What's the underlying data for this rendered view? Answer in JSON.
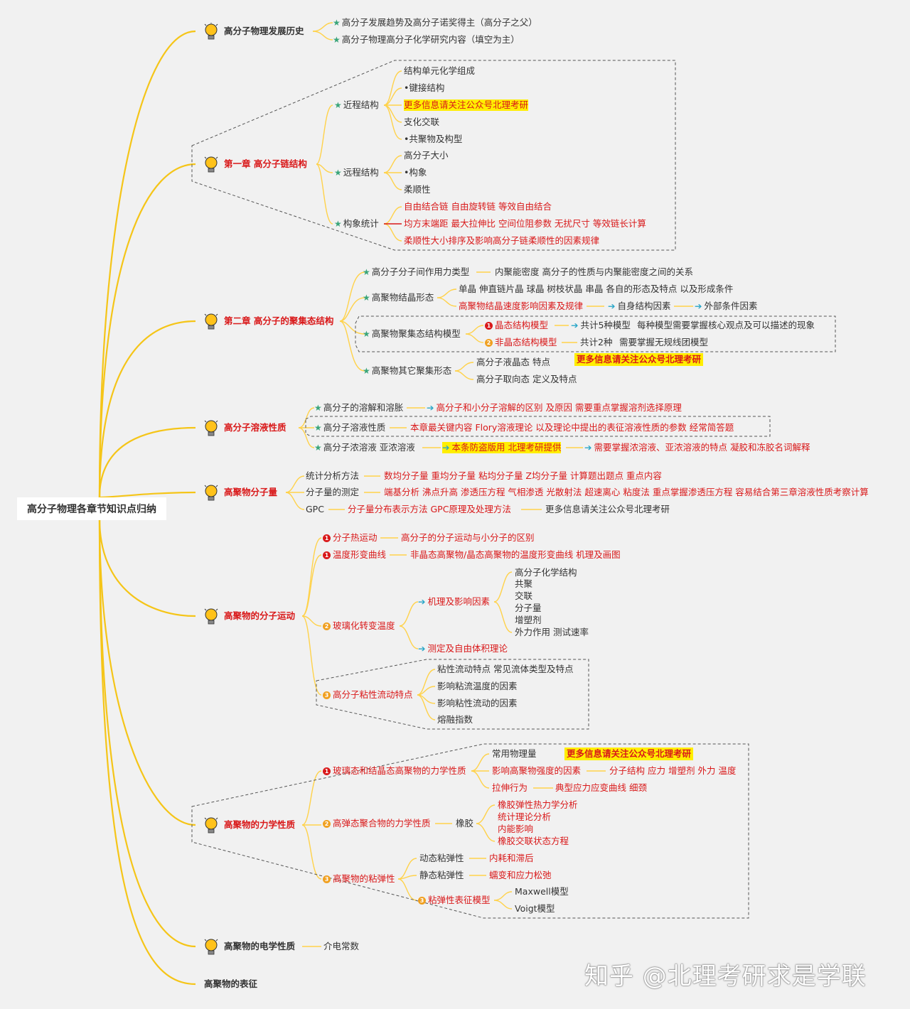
{
  "root": "高分子物理各章节知识点归纳",
  "branches": {
    "b1": {
      "title": "高分子物理发展历史",
      "items": [
        "高分子发展趋势及高分子诺奖得主（高分子之父）",
        "高分子物理高分子化学研究内容（填空为主）"
      ]
    },
    "b2": {
      "title": "第一章 高分子链结构",
      "near": "近程结构",
      "near_items": [
        "结构单元化学组成",
        "•键接结构",
        "更多信息请关注公众号北理考研",
        "支化交联",
        "•共聚物及构型"
      ],
      "far": "远程结构",
      "far_items": [
        "高分子大小",
        "•构象",
        "柔顺性"
      ],
      "stat": "构象统计",
      "stat_items": [
        "自由结合链 自由旋转链 等效自由结合",
        "均方末端距 最大拉伸比  空间位阻参数  无扰尺寸 等效链长计算",
        "柔顺性大小排序及影响高分子链柔顺性的因素规律"
      ]
    },
    "b3": {
      "title": "第二章 高分子的聚集态结构",
      "force": "高分子分子间作用力类型",
      "force_detail": "内聚能密度 高分子的性质与内聚能密度之间的关系",
      "cryst": "高聚物结晶形态",
      "cryst_a": "单晶 伸直链片晶 球晶 树枝状晶 串晶 各自的形态及特点 以及形成条件",
      "cryst_b": "高聚物结晶速度影响因素及规律",
      "cryst_c": "自身结构因素",
      "cryst_d": "外部条件因素",
      "agg": "高聚物聚集态结构模型",
      "agg_1": "晶态结构模型",
      "agg_1_d1": "共计5种模型",
      "agg_1_d2": "每种模型需要掌握核心观点及可以描述的现象",
      "agg_2": "非晶态结构模型",
      "agg_2_d1": "共计2种",
      "agg_2_d2": "需要掌握无规线团模型",
      "promo": "更多信息请关注公众号北理考研",
      "other": "高聚物其它聚集形态",
      "other_a": "高分子液晶态 特点",
      "other_b": "高分子取向态 定义及特点"
    },
    "b4": {
      "title": "高分子溶液性质",
      "s1": "高分子的溶解和溶胀",
      "s1_d": "高分子和小分子溶解的区别 及原因  需要重点掌握溶剂选择原理",
      "s2": "高分子溶液性质",
      "s2_d": "本章最关键内容  Flory溶液理论  以及理论中提出的表征溶液性质的参数  经常简答题",
      "s3": "高分子浓溶液  亚浓溶液",
      "s3_d1": "本条防盗版用 北理考研提供",
      "s3_d2": "需要掌握浓溶液、亚浓溶液的特点  凝胶和冻胶名词解释"
    },
    "b5": {
      "title": "高聚物分子量",
      "m1": "统计分析方法",
      "m1_d": "数均分子量  重均分子量 粘均分子量 Z均分子量 计算题出题点 重点内容",
      "m2": "分子量的测定",
      "m2_d": "端基分析 沸点升高 渗透压方程 气相渗透 光散射法 超速离心 粘度法 重点掌握渗透压方程 容易结合第三章溶液性质考察计算",
      "m3": "GPC",
      "m3_d": "分子量分布表示方法  GPC原理及处理方法",
      "m3_e": "更多信息请关注公众号北理考研"
    },
    "b6": {
      "title": "高聚物的分子运动",
      "k1": "分子热运动",
      "k1_d": "高分子的分子运动与小分子的区别",
      "k2": "温度形变曲线",
      "k2_d": "非晶态高聚物/晶态高聚物的温度形变曲线 机理及画图",
      "k3": "玻璃化转变温度",
      "k3_a": "机理及影响因素",
      "k3_a_items": [
        "高分子化学结构",
        "共聚",
        "交联",
        "分子量",
        "增塑剂",
        "外力作用 测试速率"
      ],
      "k3_b": "测定及自由体积理论",
      "k4": "高分子粘性流动特点",
      "k4_items": [
        "粘性流动特点   常见流体类型及特点",
        "影响粘流温度的因素",
        "影响粘性流动的因素",
        "熔融指数"
      ]
    },
    "b7": {
      "title": "高聚物的力学性质",
      "p1": "玻璃态和结晶态高聚物的力学性质",
      "p1_a": "常用物理量",
      "p1_promo": "更多信息请关注公众号北理考研",
      "p1_b": "影响高聚物强度的因素",
      "p1_b_d": "分子结构 应力  增塑剂 外力 温度",
      "p1_c": "拉伸行为",
      "p1_c_d": "典型应力应变曲线 细颈",
      "p2": "高弹态聚合物的力学性质",
      "p2_a": "橡胶",
      "p2_items": [
        "橡胶弹性热力学分析",
        "统计理论分析",
        "内能影响",
        "橡胶交联状态方程"
      ],
      "p3": "高聚物的粘弹性",
      "p3_a": "动态粘弹性",
      "p3_a_d": "内耗和滞后",
      "p3_b": "静态粘弹性",
      "p3_b_d": "蠕变和应力松弛",
      "p3_c": "粘弹性表征模型",
      "p3_c_items": [
        "Maxwell模型",
        "Voigt模型"
      ]
    },
    "b8": {
      "title": "高聚物的电学性质",
      "item": "介电常数"
    },
    "b9": {
      "title": "高聚物的表征"
    }
  },
  "watermark": "知乎 @北理考研求是学联",
  "colors": {
    "branch": "#f5c518",
    "sub": "#ffd24a",
    "accent": "#d9191a",
    "highlight": "#ffee00",
    "star": "#3aa57a",
    "arrow": "#2aa6c8"
  }
}
